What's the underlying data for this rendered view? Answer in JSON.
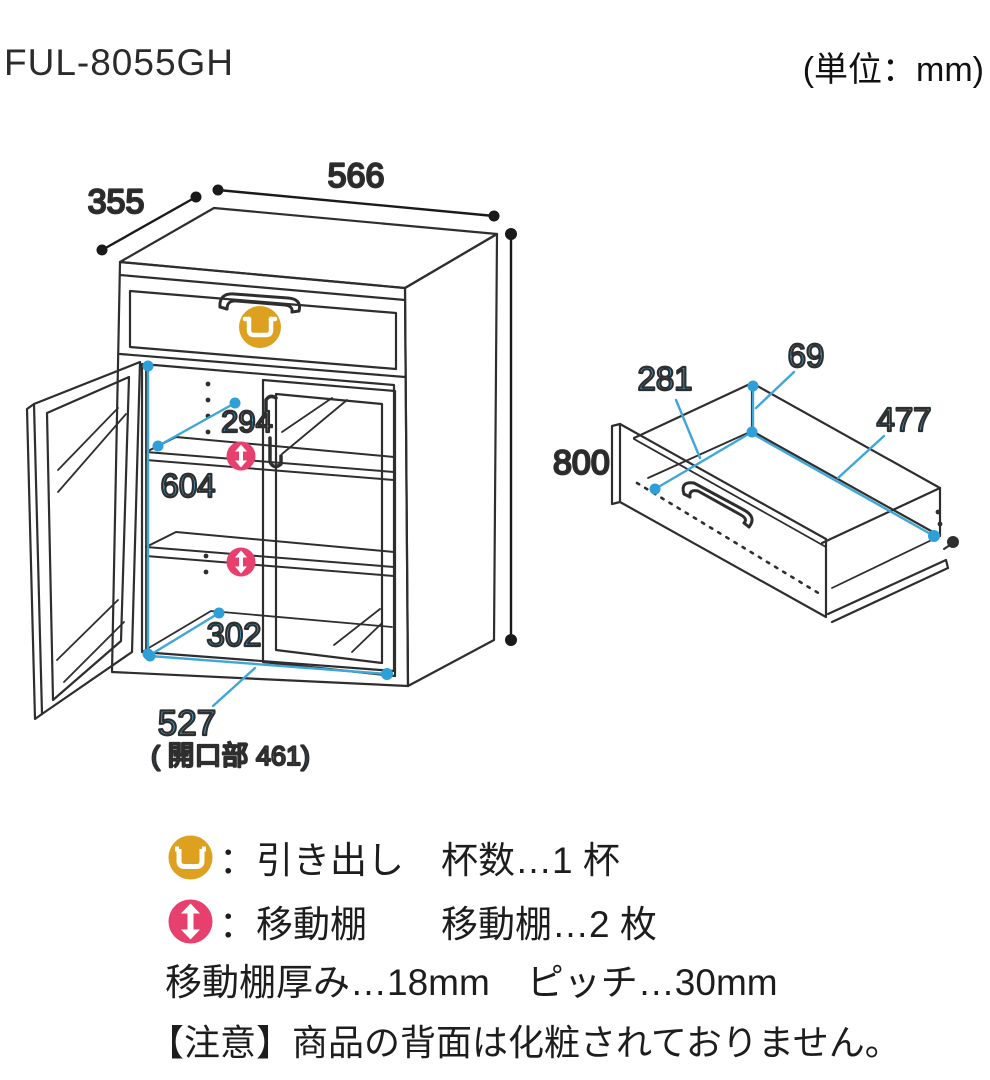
{
  "header": {
    "model": "FUL-8055GH",
    "unit": "(単位：mm)"
  },
  "colors": {
    "dimension_blue": "#3FA6D9",
    "shelf_pink": "#E8406E",
    "drawer_yellow": "#DEA01F",
    "line_dark": "#2E2E2E"
  },
  "cabinet": {
    "width": "566",
    "depth": "355",
    "height": "800",
    "shelf_depth": "294",
    "inner_height": "604",
    "bottom_depth": "302",
    "bottom_width": "527",
    "opening_note": "( 開口部 461)"
  },
  "drawer_unit": {
    "inner_depth": "281",
    "inner_height": "69",
    "inner_width": "477"
  },
  "legend": {
    "drawer_line": "：引き出し　杯数…1 杯",
    "shelf_line": "：移動棚　　移動棚…2 枚",
    "spec_line": "移動棚厚み…18mm　ピッチ…30mm",
    "note_line": "【注意】商品の背面は化粧されておりません。"
  }
}
